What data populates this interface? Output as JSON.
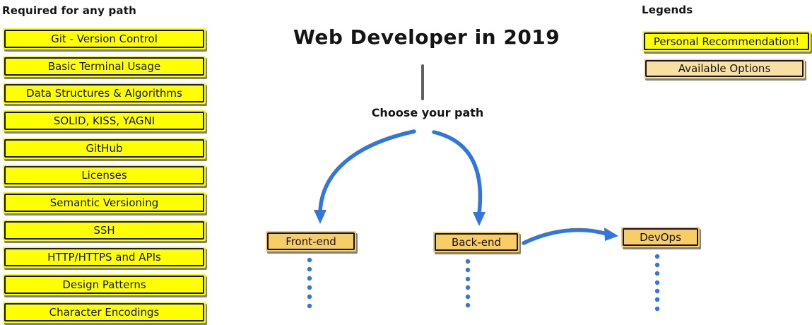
{
  "required": {
    "heading": "Required for any path",
    "items": [
      "Git - Version Control",
      "Basic Terminal Usage",
      "Data Structures & Algorithms",
      "SOLID, KISS, YAGNI",
      "GitHub",
      "Licenses",
      "Semantic Versioning",
      "SSH",
      "HTTP/HTTPS and APIs",
      "Design Patterns",
      "Character Encodings"
    ]
  },
  "center": {
    "title": "Web Developer in 2019",
    "choose_label": "Choose your path",
    "paths": [
      "Front-end",
      "Back-end",
      "DevOps"
    ]
  },
  "legends": {
    "heading": "Legends",
    "personal_recommendation": "Personal Recommendation!",
    "available_options": "Available Options"
  },
  "colors": {
    "recommendation_yellow": "#feff00",
    "option_tan": "#f8e0a3",
    "path_orange": "#f9cd65",
    "connector_blue": "#3276db",
    "stem_gray": "#606060"
  }
}
